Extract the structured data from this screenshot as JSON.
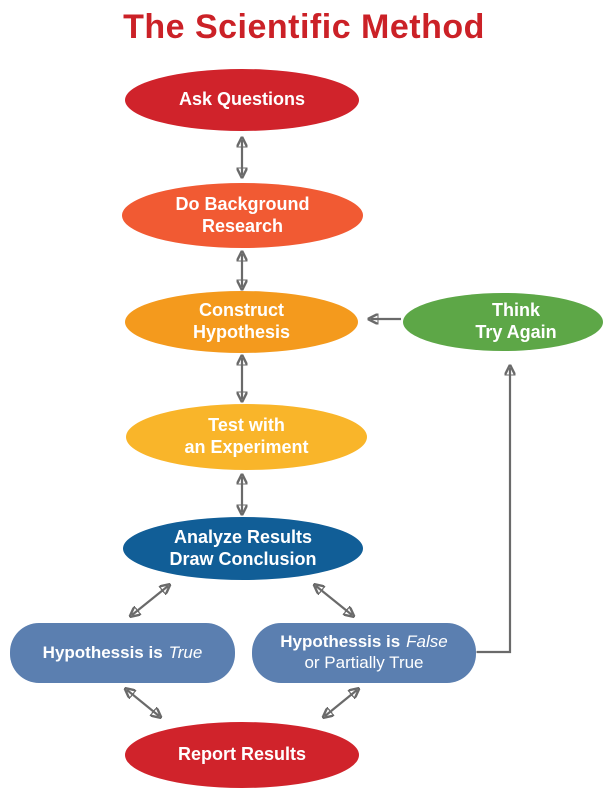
{
  "title": {
    "text": "The Scientific Method"
  },
  "colors": {
    "title": "#cb2127",
    "red": "#d0232b",
    "orange_red": "#f15a33",
    "orange": "#f49a1d",
    "amber": "#f9b52a",
    "dark_blue": "#115e97",
    "steel_blue": "#5b7fb0",
    "green": "#5da747",
    "arrow": "#6a6a6a",
    "node_text": "#ffffff",
    "background": "#ffffff"
  },
  "nodes": {
    "ask_questions": {
      "label": "Ask Questions",
      "color": "#d0232b"
    },
    "background_research": {
      "label": "Do Background\nResearch",
      "color": "#f15a33"
    },
    "construct_hypothesis": {
      "label": "Construct\nHypothesis",
      "color": "#f49a1d"
    },
    "think_try_again": {
      "label": "Think\nTry Again",
      "color": "#5da747"
    },
    "test_experiment": {
      "label": "Test with\nan Experiment",
      "color": "#f9b52a"
    },
    "analyze_results": {
      "label": "Analyze Results\nDraw Conclusion",
      "color": "#115e97"
    },
    "hypothesis_true": {
      "label_bold": "Hypothessis is",
      "label_italic": "True",
      "color": "#5b7fb0"
    },
    "hypothesis_false": {
      "label_bold": "Hypothessis is",
      "label_italic": "False",
      "label_line2": "or Partially True",
      "color": "#5b7fb0"
    },
    "report_results": {
      "label": "Report Results",
      "color": "#d0232b"
    }
  }
}
